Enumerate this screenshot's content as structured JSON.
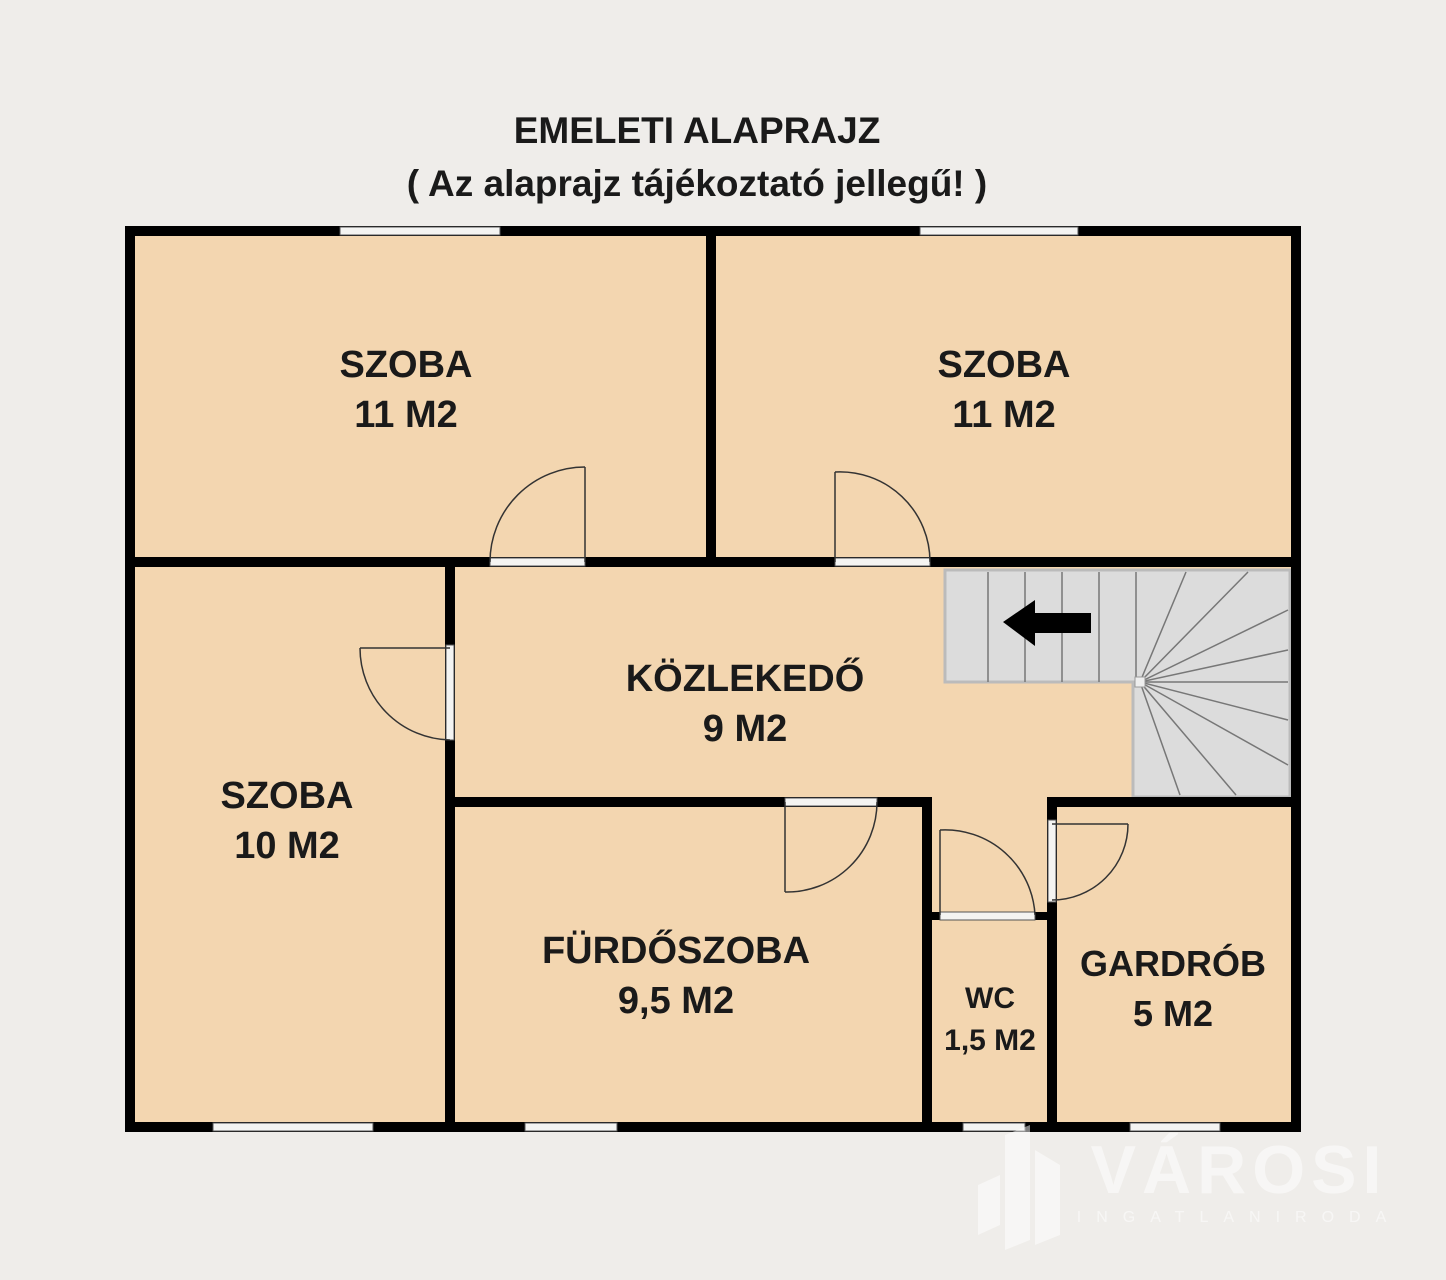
{
  "title": "EMELETI ALAPRAJZ",
  "subtitle": "( Az alaprajz tájékoztató jellegű! )",
  "rooms": [
    {
      "name": "SZOBA",
      "area": "11 M2"
    },
    {
      "name": "SZOBA",
      "area": "11 M2"
    },
    {
      "name": "SZOBA",
      "area": "10 M2"
    },
    {
      "name": "KÖZLEKEDŐ",
      "area": "9 M2"
    },
    {
      "name": "FÜRDŐSZOBA",
      "area": "9,5 M2"
    },
    {
      "name": "WC",
      "area": "1,5 M2"
    },
    {
      "name": "GARDRÓB",
      "area": "5 M2"
    }
  ],
  "watermark": {
    "brand": "VÁROSI",
    "tagline": "INGATLANIRODA"
  },
  "colors": {
    "background": "#efedea",
    "floor": "#f3d6b0",
    "wall": "#000000",
    "stairs": "#dcdcdc"
  }
}
